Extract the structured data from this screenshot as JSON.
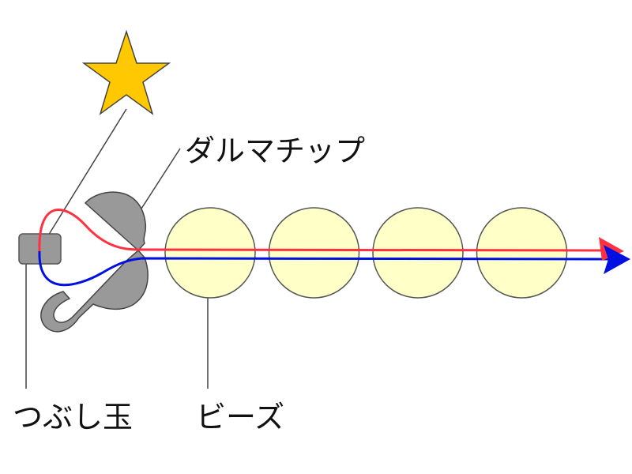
{
  "labels": {
    "daruma_chip": "ダルマチップ",
    "crimp_bead": "つぶし玉",
    "beads": "ビーズ"
  },
  "colors": {
    "star": "#ffc800",
    "chip": "#999999",
    "bead": "#ffffc8",
    "thread_red": "#ff3040",
    "thread_blue": "#0010e0"
  },
  "bead_count": 4
}
